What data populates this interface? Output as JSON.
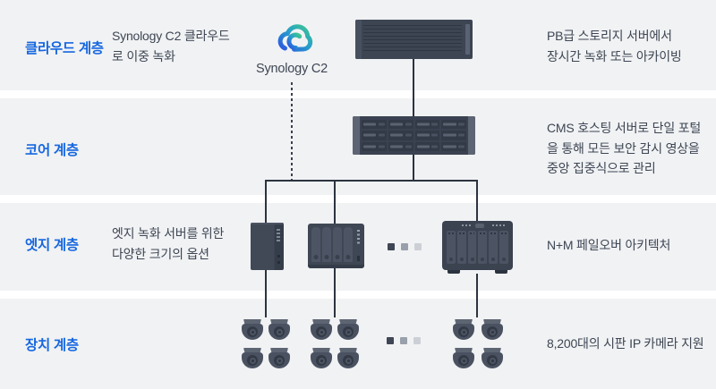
{
  "colors": {
    "accent_blue": "#1667e0",
    "body_text": "#3d4653",
    "band_gray": "#f1f2f4",
    "separator_white": "#ffffff",
    "connector_line": "#2c3340",
    "device_dark": "#3d4553",
    "cloud_gradient_start": "#2b55e2",
    "cloud_gradient_end": "#3ec68f"
  },
  "tiers": [
    {
      "label": "클라우드 계층",
      "left_note": "Synology C2 클라우드\n로 이중 녹화",
      "right_note": "PB급 스토리지 서버에서\n장시간 녹화 또는 아카이빙"
    },
    {
      "label": "코어 계층",
      "right_note": "CMS 호스팅 서버로 단일 포털\n을 통해 모든 보안 감시 영상을\n중앙 집중식으로 관리"
    },
    {
      "label": "엣지 계층",
      "left_note": "엣지 녹화 서버를 위한\n다양한 크기의 옵션",
      "right_note": "N+M 페일오버 아키텍처"
    },
    {
      "label": "장치 계층",
      "right_note": "8,200대의 시판 IP 카메라 지원"
    }
  ],
  "cloud": {
    "caption": "Synology C2"
  },
  "icons": {
    "cloud": "synology-c2-cloud-icon",
    "tier1_device": "rackmount-storage-server",
    "tier2_device": "rackmount-nas-12-bay",
    "tier3_devices": [
      "2-bay-desktop-nas",
      "4-bay-desktop-nas",
      "6-bay-desktop-nas"
    ],
    "tier4_device": "dome-camera",
    "ellipsis": "more-devices-dots"
  },
  "camera_groups": {
    "count": 3,
    "cameras_per_group": 4
  }
}
